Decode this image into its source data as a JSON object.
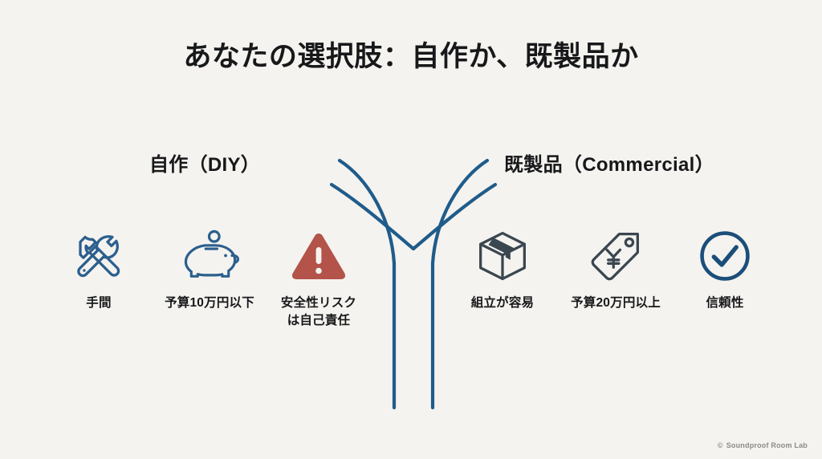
{
  "slide": {
    "title": "あなたの選択肢：自作か、既製品か",
    "background_color": "#f5f3ef",
    "text_color": "#17181a"
  },
  "columns": {
    "left": {
      "heading": "自作（DIY）"
    },
    "right": {
      "heading": "既製品（Commercial）"
    }
  },
  "fork": {
    "stroke_color": "#1f5c8b",
    "stroke_width": 4,
    "description": "forked-path"
  },
  "items": {
    "left": [
      {
        "icon": "hammer-wrench-icon",
        "label": "手間",
        "color": "#2b5f8e"
      },
      {
        "icon": "piggy-bank-icon",
        "label": "予算10万円以下",
        "color": "#2b5f8e"
      },
      {
        "icon": "warning-triangle-icon",
        "label": "安全性リスク\nは自己責任",
        "color": "#b3534a"
      }
    ],
    "right": [
      {
        "icon": "package-box-icon",
        "label": "組立が容易",
        "color": "#3a4650"
      },
      {
        "icon": "price-tag-yen-icon",
        "label": "予算20万円以上",
        "color": "#3a4650"
      },
      {
        "icon": "check-circle-icon",
        "label": "信頼性",
        "color": "#1c4e7a"
      }
    ]
  },
  "footer": {
    "copyright_mark": "©",
    "text": "Soundproof Room Lab"
  }
}
